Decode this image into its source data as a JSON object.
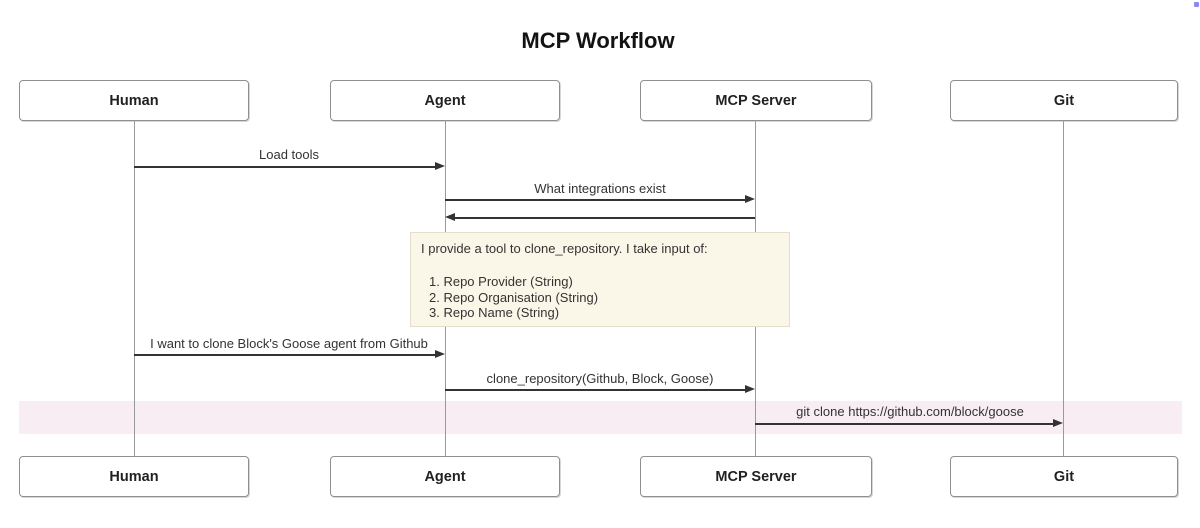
{
  "title": "MCP Workflow",
  "actors": [
    {
      "id": "human",
      "label": "Human"
    },
    {
      "id": "agent",
      "label": "Agent"
    },
    {
      "id": "mcp-server",
      "label": "MCP Server"
    },
    {
      "id": "git",
      "label": "Git"
    }
  ],
  "messages": [
    {
      "from": "Human",
      "to": "Agent",
      "label": "Load tools"
    },
    {
      "from": "Agent",
      "to": "MCP Server",
      "label": "What integrations exist"
    },
    {
      "from": "MCP Server",
      "to": "Agent",
      "label": ""
    },
    {
      "from": "Human",
      "to": "Agent",
      "label": "I want to clone Block's Goose agent from Github"
    },
    {
      "from": "Agent",
      "to": "MCP Server",
      "label": "clone_repository(Github, Block, Goose)"
    },
    {
      "from": "MCP Server",
      "to": "Git",
      "label": "git clone https://github.com/block/goose",
      "highlighted": true
    }
  ],
  "note": {
    "over": "Agent, MCP Server",
    "intro": "I provide a tool to clone_repository. I take input of:",
    "items": [
      "1. Repo Provider (String)",
      "2. Repo Organisation (String)",
      "3. Repo Name (String)"
    ]
  },
  "colors": {
    "note_fill": "#fbf7e8",
    "note_border": "#e3decb",
    "highlight_fill": "#f7edf3",
    "actor_border": "#8f8f8f",
    "lifeline": "#999999",
    "arrow": "#333333",
    "title_text": "#131313"
  }
}
